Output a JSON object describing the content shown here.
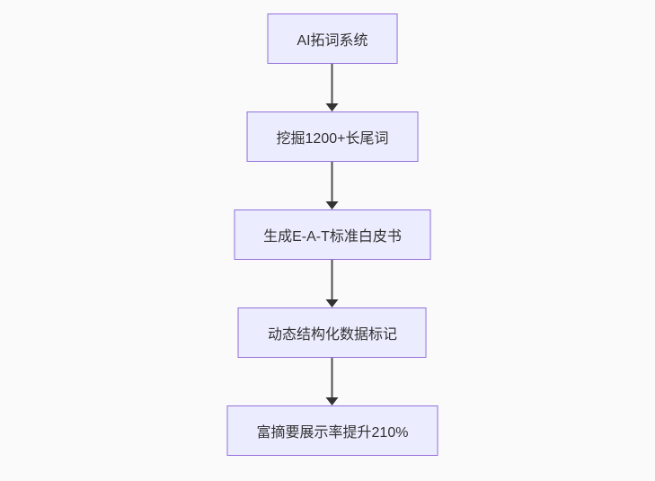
{
  "flowchart": {
    "type": "flowchart",
    "direction": "top-down",
    "nodes": [
      {
        "label": "AI拓词系统"
      },
      {
        "label": "挖掘1200+长尾词"
      },
      {
        "label": "生成E-A-T标准白皮书"
      },
      {
        "label": "动态结构化数据标记"
      },
      {
        "label": "富摘要展示率提升210%"
      }
    ],
    "edges": [
      {
        "from": 0,
        "to": 1
      },
      {
        "from": 1,
        "to": 2
      },
      {
        "from": 2,
        "to": 3
      },
      {
        "from": 3,
        "to": 4
      }
    ],
    "colors": {
      "background": "#fafafa",
      "node_fill": "#ececff",
      "node_border": "#9370db",
      "node_text": "#333333",
      "arrow": "#333333"
    }
  }
}
